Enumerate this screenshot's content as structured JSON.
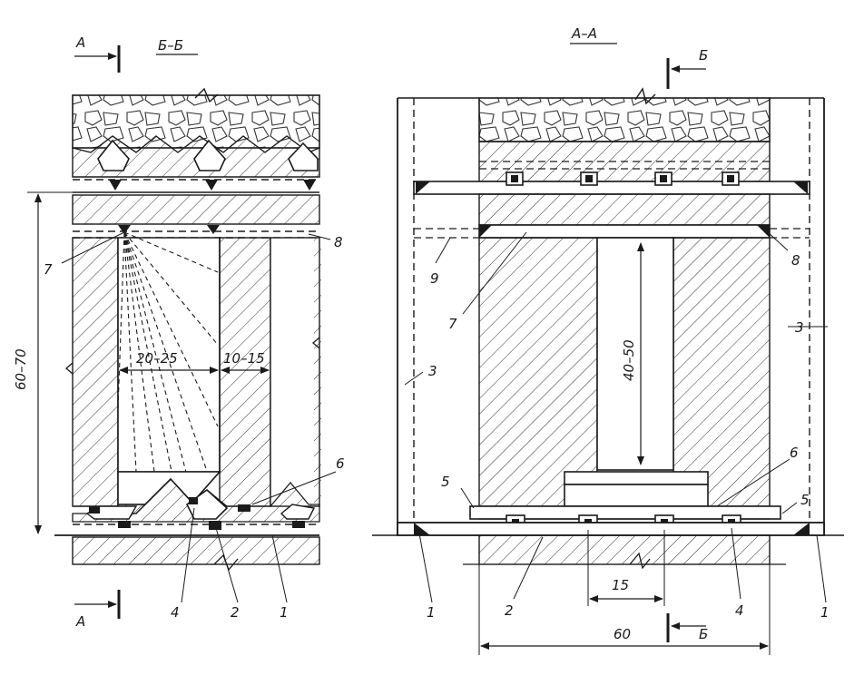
{
  "colors": {
    "ink": "#1a1a1a",
    "paper": "#ffffff"
  },
  "left_view": {
    "title": "Б–Б",
    "cut_marker_top": "А",
    "cut_marker_bottom": "А",
    "dim_height": "60–70",
    "dim_chamber": "20–25",
    "dim_pillar": "10–15",
    "labels": {
      "l7": "7",
      "l8": "8",
      "l6": "6",
      "l4": "4",
      "l2": "2",
      "l1": "1"
    }
  },
  "right_view": {
    "title": "А–А",
    "cut_marker_top": "Б",
    "cut_marker_bottom": "Б",
    "dim_height": "40–50",
    "dim_spacing": "15",
    "dim_width": "60",
    "labels": {
      "l9": "9",
      "l7": "7",
      "l8": "8",
      "l3_left": "3",
      "l3_right": "3",
      "l5_left": "5",
      "l5_right": "5",
      "l6": "6",
      "l1_left": "1",
      "l2": "2",
      "l4": "4",
      "l1_right": "1"
    }
  }
}
